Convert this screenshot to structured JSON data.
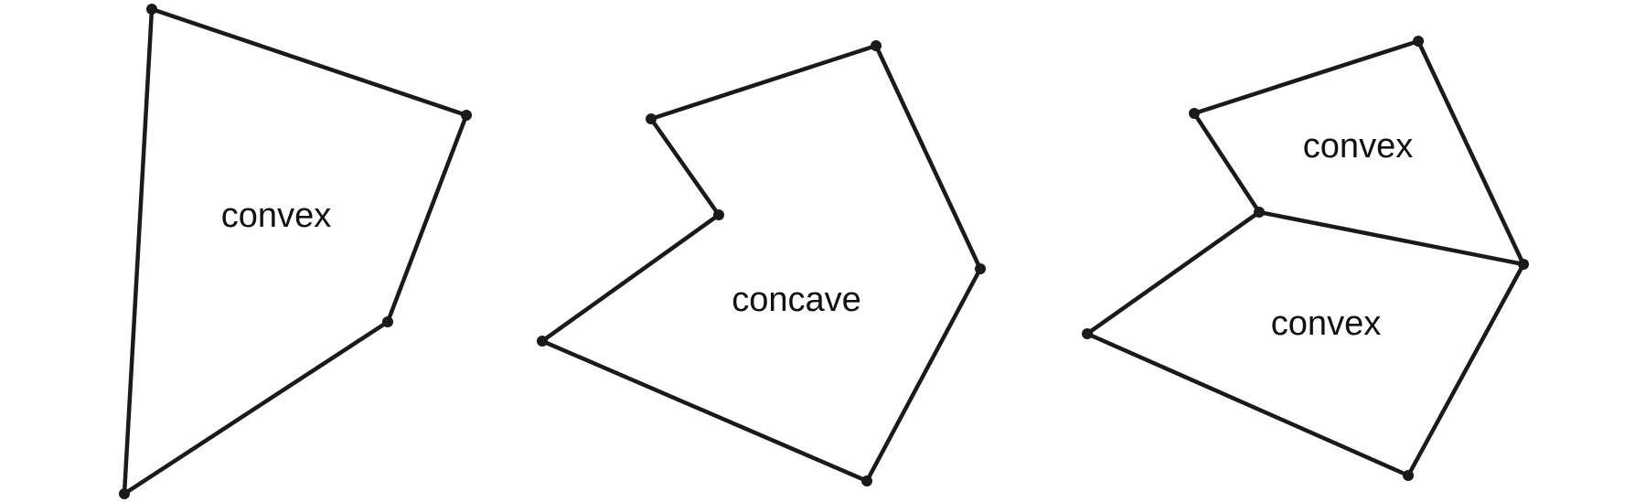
{
  "colors": {
    "stroke": "#1a1a1a",
    "vertex": "#1a1a1a",
    "text": "#111111",
    "background": "#ffffff"
  },
  "diagrams": [
    {
      "id": "convex-polygon",
      "label": "convex"
    },
    {
      "id": "concave-polygon",
      "label": "concave"
    },
    {
      "id": "split-polygon",
      "labels": {
        "top": "convex",
        "bottom": "convex"
      }
    }
  ]
}
